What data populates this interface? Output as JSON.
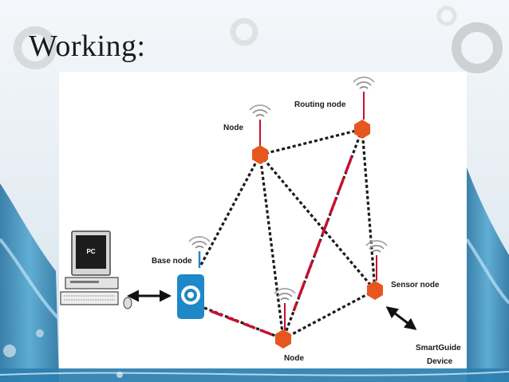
{
  "slide": {
    "title": "Working:"
  },
  "diagram": {
    "nodes": {
      "node_top": "Node",
      "routing_node": "Routing node",
      "base_node": "Base node",
      "sensor_node": "Sensor node",
      "node_bottom": "Node"
    },
    "pc_label": "PC",
    "device_label_line1": "SmartGuide",
    "device_label_line2": "Device"
  },
  "colors": {
    "node_fill": "#e8561f",
    "base_fill": "#1e88c8",
    "dashed_link": "#1a1a1a",
    "highlight_link": "#c8102e",
    "slide_background": "#eef3f7"
  },
  "icons": {
    "computer": "desktop-computer-icon",
    "wireless": "wireless-signal-icon",
    "bidirectional": "double-arrow-icon"
  }
}
